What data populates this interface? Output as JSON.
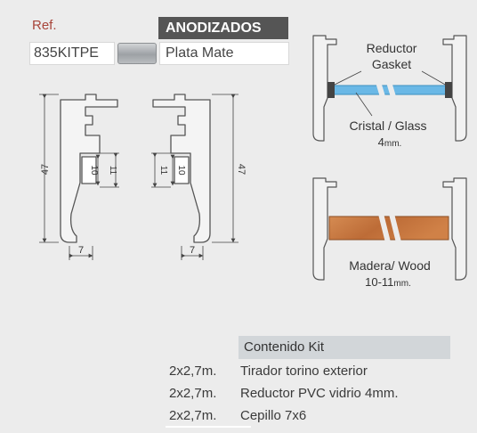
{
  "header": {
    "ref_label": "Ref.",
    "finish_title": "ANODIZADOS",
    "code": "835KITPE",
    "finish_name": "Plata Mate",
    "swatch_color": "#a9adb1"
  },
  "profile_drawing": {
    "height_dim": "47",
    "width_dim": "7",
    "slot_inner_dim": "10",
    "slot_outer_dim": "11"
  },
  "glass_diagram": {
    "gasket_label_1": "Reductor",
    "gasket_label_2": "Gasket",
    "glass_label": "Cristal / Glass",
    "thickness_value": "4",
    "thickness_unit": "mm."
  },
  "wood_diagram": {
    "wood_label": "Madera/ Wood",
    "thickness_value": "10-11",
    "thickness_unit": "mm."
  },
  "kit": {
    "title": "Contenido Kit",
    "items": [
      {
        "qty": "2x2,7m.",
        "desc": "Tirador torino exterior"
      },
      {
        "qty": "2x2,7m.",
        "desc": "Reductor PVC vidrio 4mm."
      },
      {
        "qty": "2x2,7m.",
        "desc": "Cepillo 7x6"
      }
    ]
  },
  "colors": {
    "profile_fill": "#f4f4f4",
    "profile_stroke": "#555555",
    "glass": "#6ab8e6",
    "wood": "#c8773f",
    "header_bg": "#555555",
    "ref_red": "#a8453a"
  }
}
